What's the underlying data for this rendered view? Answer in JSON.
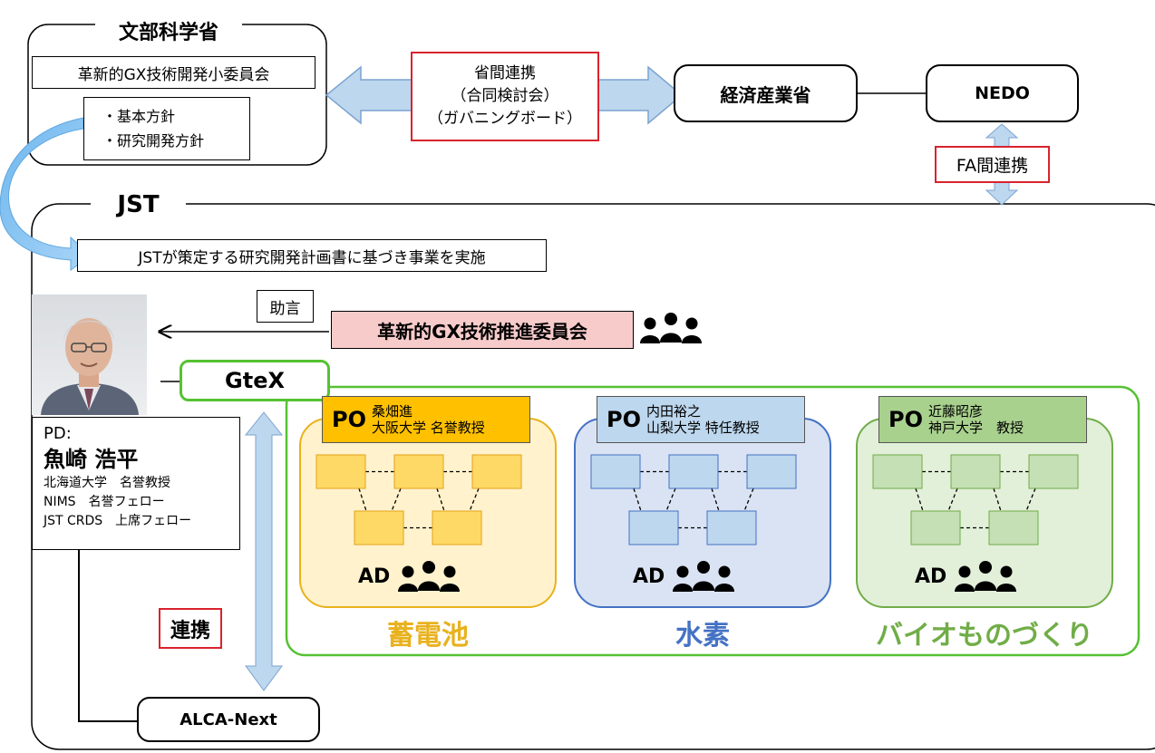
{
  "mext": {
    "title": "文部科学省",
    "committee": "革新的GX技術開発小委員会",
    "policy": [
      "・基本方針",
      "・研究開発方針"
    ]
  },
  "ministry_link": [
    "省間連携",
    "（合同検討会）",
    "（ガバニングボード）"
  ],
  "meti": "経済産業省",
  "nedo": "NEDO",
  "fa_link": "FA間連携",
  "jst": {
    "title": "JST",
    "plan": "JSTが策定する研究開発計画書に基づき事業を実施"
  },
  "advice": "助言",
  "promotion_committee": "革新的GX技術推進委員会",
  "gtex": "GteX",
  "pd": {
    "label": "PD:",
    "name": "魚崎 浩平",
    "affiliations": [
      "北海道大学　名誉教授",
      "NIMS　名誉フェロー",
      "JST CRDS　上席フェロー"
    ]
  },
  "collab": "連携",
  "alca": "ALCA-Next",
  "po_label": "PO",
  "ad_label": "AD",
  "areas": [
    {
      "field": "蓄電池",
      "po_name": "桑畑進",
      "po_affil": "大阪大学 名誉教授",
      "color": "#e8b21f",
      "bg": "#fff2cc",
      "tag": "#ffc000",
      "node": "#ffd966",
      "node_border": "#e3a21a"
    },
    {
      "field": "水素",
      "po_name": "内田裕之",
      "po_affil": "山梨大学 特任教授",
      "color": "#4472c4",
      "bg": "#dae3f3",
      "tag": "#bdd7ee",
      "node": "#bdd7ee",
      "node_border": "#4472c4"
    },
    {
      "field": "バイオものづくり",
      "po_name": "近藤昭彦",
      "po_affil": "神戸大学　教授",
      "color": "#70ad47",
      "bg": "#e2efd9",
      "tag": "#a9d18e",
      "node": "#c5e0b4",
      "node_border": "#70ad47"
    }
  ],
  "colors": {
    "arrow_fill": "#bdd7ee",
    "arrow_stroke": "#7ba3d1",
    "gtex_green": "#55c232",
    "red": "#d9232d",
    "pink": "#f8cbcb"
  }
}
